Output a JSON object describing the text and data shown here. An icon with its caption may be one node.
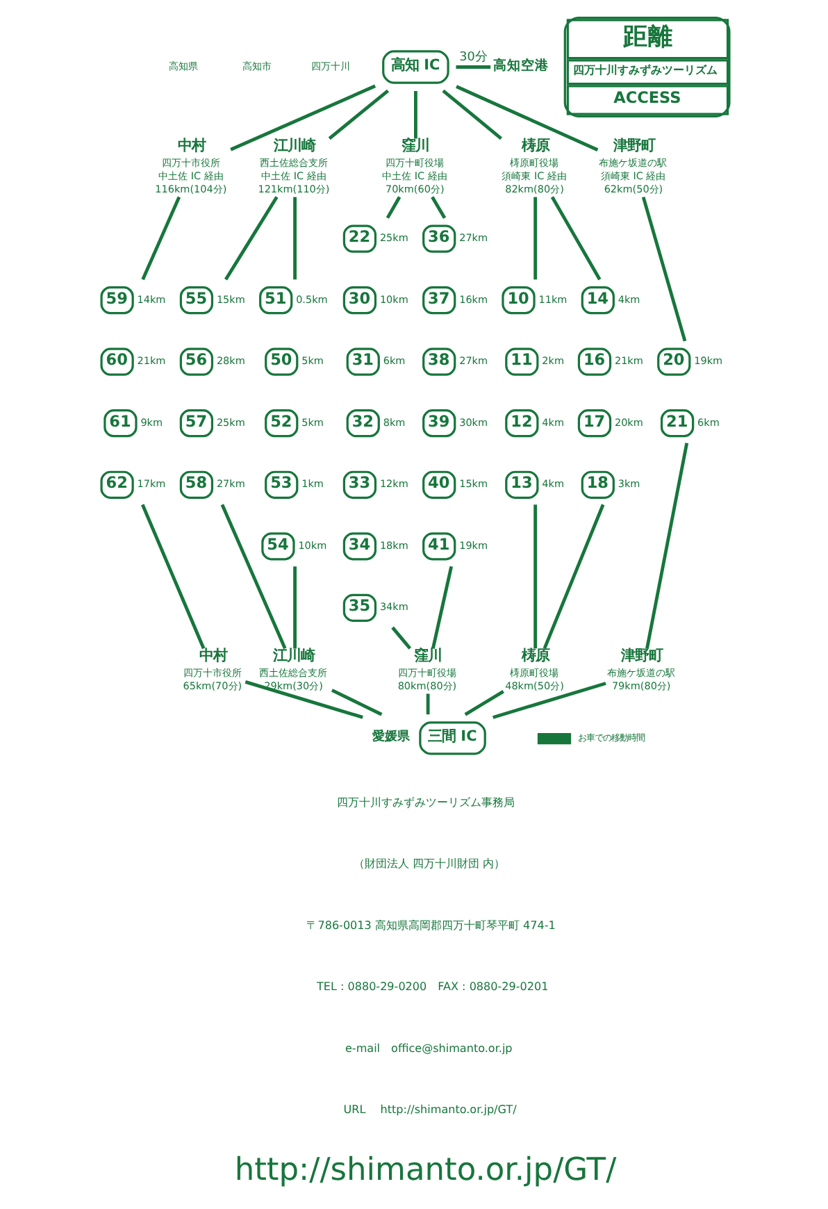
{
  "diagram": {
    "nodes": [
      {
        "text": [
          "距離",
          "四万十川すみずみツーリズム",
          "ACCESS"
        ]
      },
      {
        "text": [
          "高知 IC"
        ]
      },
      {
        "text": [
          "高知空港"
        ]
      },
      {
        "text": [
          "中村",
          "四万十市役所",
          "中土佐 IC 経由",
          "116km(104分)"
        ]
      },
      {
        "text": [
          "江川崎",
          "西土佐総合支所",
          "中土佐 IC 経由",
          "121km(110分)"
        ]
      },
      {
        "text": [
          "窪川",
          "四万十町役場",
          "中土佐 IC 経由",
          "70km(60分)"
        ]
      },
      {
        "text": [
          "梼原",
          "梼原町役場",
          "須崎東 IC 経由",
          "82km(80分)"
        ]
      },
      {
        "text": [
          "津野町",
          "布施ケ坂道の駅",
          "須崎東 IC 経由",
          "62km(50分)"
        ]
      },
      {
        "text": [
          "22"
        ],
        "beside": [
          "25km"
        ]
      },
      {
        "text": [
          "36"
        ],
        "beside": [
          "27km"
        ]
      },
      {
        "text": [
          "59"
        ],
        "beside": [
          "14km"
        ]
      },
      {
        "text": [
          "55"
        ],
        "beside": [
          "15km"
        ]
      },
      {
        "text": [
          "51"
        ],
        "beside": [
          "0.5km"
        ]
      },
      {
        "text": [
          "30"
        ],
        "beside": [
          "10km"
        ]
      },
      {
        "text": [
          "37"
        ],
        "beside": [
          "16km"
        ]
      },
      {
        "text": [
          "10"
        ],
        "beside": [
          "11km"
        ]
      },
      {
        "text": [
          "14"
        ],
        "beside": [
          "4km"
        ]
      },
      {
        "text": [
          "60"
        ],
        "beside": [
          "21km"
        ]
      },
      {
        "text": [
          "56"
        ],
        "beside": [
          "28km"
        ]
      },
      {
        "text": [
          "50"
        ],
        "beside": [
          "5km"
        ]
      },
      {
        "text": [
          "31"
        ],
        "beside": [
          "6km"
        ]
      },
      {
        "text": [
          "38"
        ],
        "beside": [
          "27km"
        ]
      },
      {
        "text": [
          "11"
        ],
        "beside": [
          "2km"
        ]
      },
      {
        "text": [
          "16"
        ],
        "beside": [
          "21km"
        ]
      },
      {
        "text": [
          "20"
        ],
        "beside": [
          "19km"
        ]
      },
      {
        "text": [
          "61"
        ],
        "beside": [
          "9km"
        ]
      },
      {
        "text": [
          "57"
        ],
        "beside": [
          "25km"
        ]
      },
      {
        "text": [
          "52"
        ],
        "beside": [
          "5km"
        ]
      },
      {
        "text": [
          "32"
        ],
        "beside": [
          "8km"
        ]
      },
      {
        "text": [
          "39"
        ],
        "beside": [
          "30km"
        ]
      },
      {
        "text": [
          "12"
        ],
        "beside": [
          "4km"
        ]
      },
      {
        "text": [
          "17"
        ],
        "beside": [
          "20km"
        ]
      },
      {
        "text": [
          "21"
        ],
        "beside": [
          "6km"
        ]
      },
      {
        "text": [
          "62"
        ],
        "beside": [
          "17km"
        ]
      },
      {
        "text": [
          "58"
        ],
        "beside": [
          "27km"
        ]
      },
      {
        "text": [
          "53"
        ],
        "beside": [
          "1km"
        ]
      },
      {
        "text": [
          "33"
        ],
        "beside": [
          "12km"
        ]
      },
      {
        "text": [
          "40"
        ],
        "beside": [
          "15km"
        ]
      },
      {
        "text": [
          "13"
        ],
        "beside": [
          "4km"
        ]
      },
      {
        "text": [
          "18"
        ],
        "beside": [
          "3km"
        ]
      },
      {
        "text": [
          "54"
        ],
        "beside": [
          "10km"
        ]
      },
      {
        "text": [
          "34"
        ],
        "beside": [
          "18km"
        ]
      },
      {
        "text": [
          "41"
        ],
        "beside": [
          "19km"
        ]
      },
      {
        "text": [
          "35"
        ],
        "beside": [
          "34km"
        ]
      },
      {
        "text": [
          "中村",
          "四万十市役所",
          "65km(70分)"
        ]
      },
      {
        "text": [
          "江川崎",
          "西土佐総合支所",
          "29km(30分)"
        ]
      },
      {
        "text": [
          "窪川",
          "四万十町役場",
          "80km(80分)"
        ]
      },
      {
        "text": [
          "梼原",
          "梼原町役場",
          "48km(50分)"
        ]
      },
      {
        "text": [
          "津野町",
          "布施ケ坂道の駅",
          "79km(80分)"
        ]
      },
      {
        "text": [
          "三間 IC"
        ],
        "beside": [
          "愛媛県"
        ]
      }
    ],
    "edges": [
      {
        "from": 1,
        "to": 2,
        "arrow": "none",
        "label": "30分"
      },
      {
        "from": 1,
        "to": 3,
        "arrow": "none"
      },
      {
        "from": 1,
        "to": 4,
        "arrow": "none"
      },
      {
        "from": 1,
        "to": 5,
        "arrow": "none"
      },
      {
        "from": 1,
        "to": 6,
        "arrow": "none"
      },
      {
        "from": 1,
        "to": 7,
        "arrow": "none"
      },
      {
        "from": 3,
        "to": 10,
        "arrow": "none"
      },
      {
        "from": 4,
        "to": 11,
        "arrow": "none"
      },
      {
        "from": 4,
        "to": 12,
        "arrow": "none"
      },
      {
        "from": 5,
        "to": 8,
        "arrow": "none"
      },
      {
        "from": 5,
        "to": 9,
        "arrow": "none"
      },
      {
        "from": 6,
        "to": 15,
        "arrow": "none"
      },
      {
        "from": 6,
        "to": 16,
        "arrow": "none"
      },
      {
        "from": 7,
        "to": 24,
        "arrow": "none"
      },
      {
        "from": 33,
        "to": 44,
        "arrow": "none"
      },
      {
        "from": 34,
        "to": 45,
        "arrow": "none"
      },
      {
        "from": 40,
        "to": 45,
        "arrow": "none"
      },
      {
        "from": 43,
        "to": 46,
        "arrow": "none"
      },
      {
        "from": 42,
        "to": 46,
        "arrow": "none"
      },
      {
        "from": 38,
        "to": 47,
        "arrow": "none"
      },
      {
        "from": 39,
        "to": 47,
        "arrow": "none"
      },
      {
        "from": 32,
        "to": 48,
        "arrow": "none"
      },
      {
        "from": 44,
        "to": 49,
        "arrow": "none"
      },
      {
        "from": 45,
        "to": 49,
        "arrow": "none"
      },
      {
        "from": 46,
        "to": 49,
        "arrow": "none"
      },
      {
        "from": 47,
        "to": 49,
        "arrow": "none"
      },
      {
        "from": 48,
        "to": 49,
        "arrow": "none"
      }
    ],
    "labels": [
      "高知県",
      "高知市",
      "四万十川",
      "四万十川すみずみツーリズム事務局",
      "（財団法人 四万十川財団 内）",
      "〒786-0013 高知県高岡郡四万十町琴平町 474-1",
      "TEL : 0880-29-0200　FAX : 0880-29-0201",
      "e-mail　office@shimanto.or.jp",
      "URL　 http://shimanto.or.jp/GT/",
      "http://shimanto.or.jp/GT/"
    ],
    "legend": [
      {
        "text": "お車での移動時間"
      }
    ]
  }
}
